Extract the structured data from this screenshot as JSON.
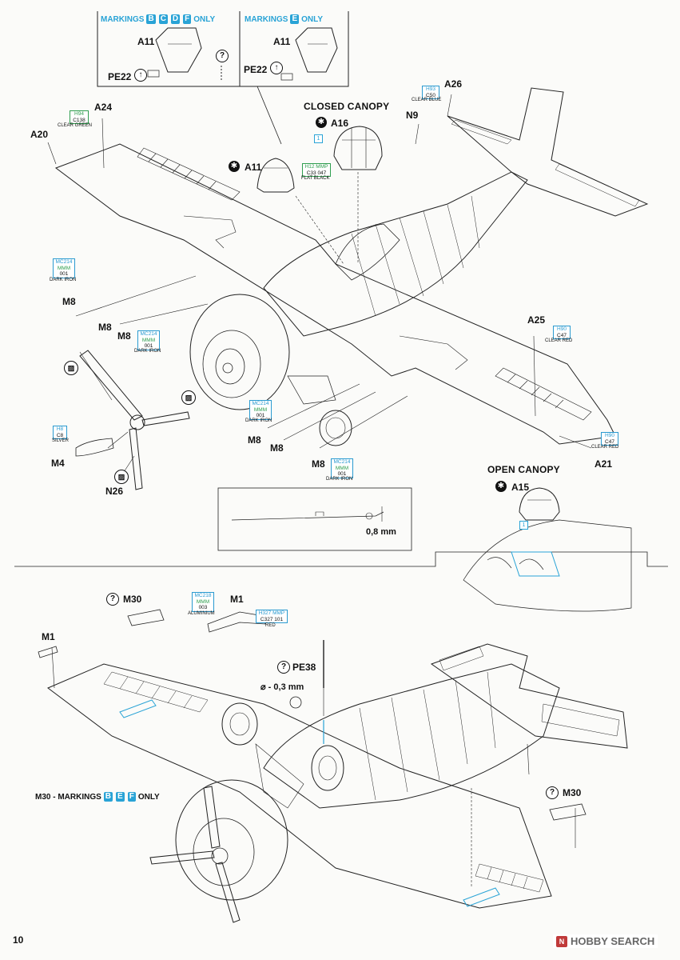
{
  "page": {
    "number": "10",
    "watermark": "HOBBY SEARCH",
    "watermark_icon": "hs-logo-icon"
  },
  "insets": {
    "left": {
      "banner_prefix": "MARKINGS",
      "codes": [
        "B",
        "C",
        "D",
        "F"
      ],
      "banner_suffix": "ONLY",
      "part_a": "A11",
      "part_pe": "PE22"
    },
    "right": {
      "banner_prefix": "MARKINGS",
      "codes": [
        "E"
      ],
      "banner_suffix": "ONLY",
      "part_a": "A11",
      "part_pe": "PE22"
    }
  },
  "top_view": {
    "closed_canopy_title": "CLOSED CANOPY",
    "open_canopy_title": "OPEN CANOPY",
    "parts": {
      "a16": "A16",
      "a11": "A11",
      "a20": "A20",
      "a24": "A24",
      "a26": "A26",
      "n9": "N9",
      "a25": "A25",
      "a21": "A21",
      "a15": "A15",
      "m4": "M4",
      "n26": "N26",
      "m8_1": "M8",
      "m8_2": "M8",
      "m8_3": "M8",
      "m8_4": "M8",
      "m8_5": "M8",
      "m8_6": "M8"
    },
    "step_number_closed": "1",
    "step_number_open": "1",
    "detail_measure": "0,8 mm"
  },
  "paints": {
    "h94": {
      "l1": "H94",
      "l2": "C138",
      "name": "CLEAR GREEN"
    },
    "h93": {
      "l1": "H93",
      "l2": "C50",
      "name": "CLEAR BLUE"
    },
    "h12": {
      "l1": "H12",
      "l1b": "MMP",
      "l2": "C33",
      "l2b": "047",
      "name": "FLAT BLACK"
    },
    "mc214_a": {
      "l1": "MC214",
      "l2": "MMM",
      "l3": "001",
      "name": "DARK IRON"
    },
    "mc214_b": {
      "l1": "MC214",
      "l2": "MMM",
      "l3": "001",
      "name": "DARK IRON"
    },
    "mc214_c": {
      "l1": "MC214",
      "l2": "MMM",
      "l3": "001",
      "name": "DARK IRON"
    },
    "mc214_d": {
      "l1": "MC214",
      "l2": "MMM",
      "l3": "001",
      "name": "DARK IRON"
    },
    "h90_a": {
      "l1": "H90",
      "l2": "C47",
      "name": "CLEAR RED"
    },
    "h90_b": {
      "l1": "H90",
      "l2": "C47",
      "name": "CLEAR RED"
    },
    "h8": {
      "l1": "H8",
      "l2": "C8",
      "name": "SILVER"
    },
    "mc218": {
      "l1": "MC218",
      "l2": "MMM",
      "l3": "003",
      "name": "ALUMINIUM"
    },
    "h327": {
      "l1": "H327",
      "l1b": "MMP",
      "l2": "C327",
      "l2b": "101",
      "name": "RED"
    }
  },
  "bottom_view": {
    "m30_top": "M30",
    "m30_right": "M30",
    "m1_left": "M1",
    "m1_inset": "M1",
    "pe38": "PE38",
    "diameter": "⌀ - 0,3 mm",
    "m30_banner_prefix": "M30 - MARKINGS",
    "m30_codes": [
      "B",
      "E",
      "F"
    ],
    "m30_banner_suffix": "ONLY"
  }
}
